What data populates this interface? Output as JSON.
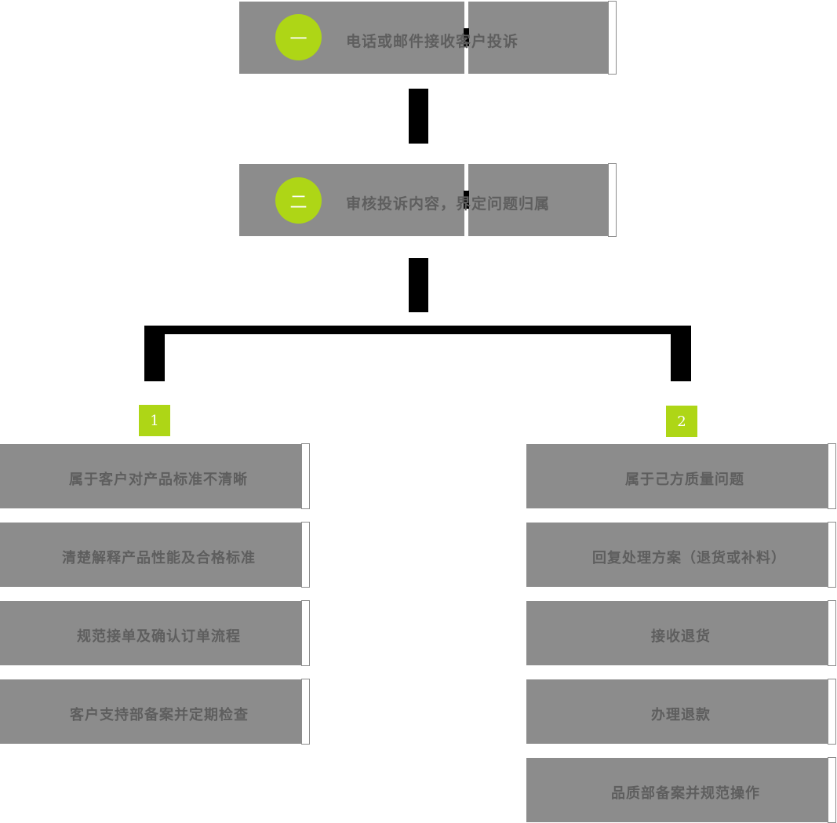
{
  "theme": {
    "accent_green": "#aed616",
    "node_gray": "#8c8c8c",
    "label_gray": "#5e5e5e",
    "connector_black": "#000000",
    "page_background": "#ffffff"
  },
  "header_nodes": [
    {
      "marker": "一",
      "text": "电话或邮件接收客户投诉"
    },
    {
      "marker": "二",
      "text": "审核投诉内容，界定问题归属"
    }
  ],
  "branches": [
    {
      "badge": "1",
      "steps": [
        {
          "text": "属于客户对产品标准不清晰"
        },
        {
          "text": "清楚解释产品性能及合格标准"
        },
        {
          "text": "规范接单及确认订单流程"
        },
        {
          "text": "客户支持部备案并定期检查"
        }
      ]
    },
    {
      "badge": "2",
      "steps": [
        {
          "text": "属于己方质量问题"
        },
        {
          "text": "回复处理方案（退货或补料）"
        },
        {
          "text": "接收退货"
        },
        {
          "text": "办理退款"
        },
        {
          "text": "品质部备案并规范操作"
        }
      ]
    }
  ]
}
